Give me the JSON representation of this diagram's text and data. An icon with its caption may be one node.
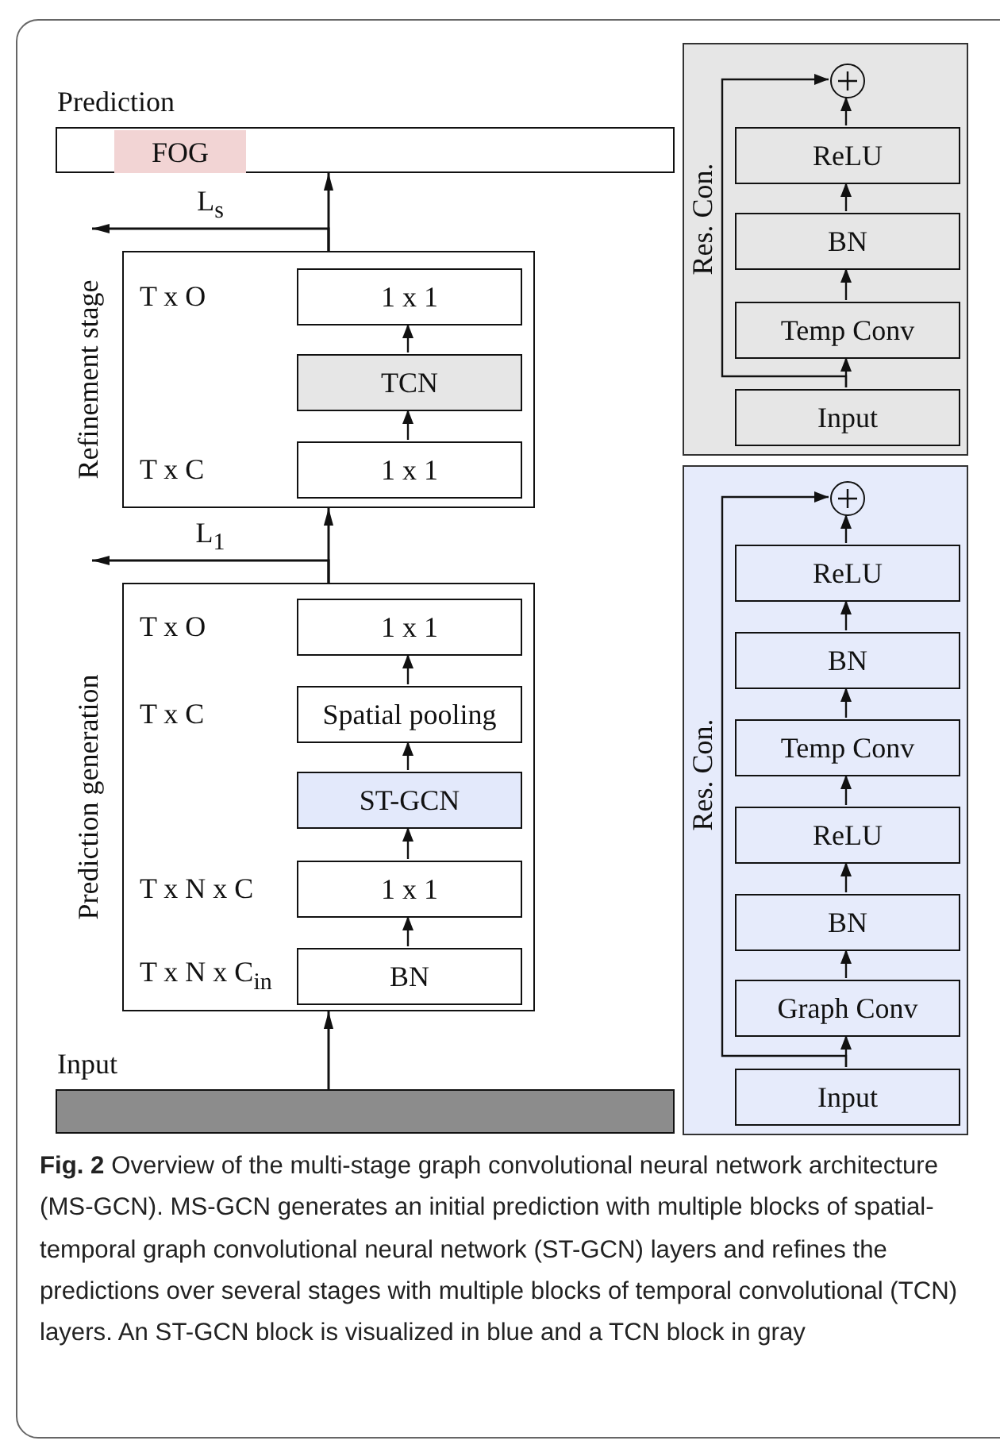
{
  "diagram": {
    "caption": "**Fig. 2** Overview of the multi-stage graph convolutional neural network architecture (MS-GCN). MS-GCN generates an initial prediction with multiple blocks of spatial-temporal graph convolutional neural network (ST-GCN) layers and refines the predictions over several stages with multiple blocks of temporal convolutional (TCN) layers. An ST-GCN block is visualized in blue and a TCN block in gray",
    "nodes": [
      {
        "text": [
          "Prediction"
        ]
      },
      {
        "text": [
          "FOG"
        ],
        "in": 0
      },
      {
        "text": [
          "Refinement stage"
        ]
      },
      {
        "text": [
          "1 x 1"
        ],
        "in": 2,
        "beside": [
          "T x O"
        ]
      },
      {
        "text": [
          "TCN"
        ],
        "in": 2
      },
      {
        "text": [
          "1 x 1"
        ],
        "in": 2,
        "beside": [
          "T x C"
        ]
      },
      {
        "text": [
          "Prediction generation"
        ]
      },
      {
        "text": [
          "1 x 1"
        ],
        "in": 6,
        "beside": [
          "T x O"
        ]
      },
      {
        "text": [
          "Spatial pooling"
        ],
        "in": 6,
        "beside": [
          "T x C"
        ]
      },
      {
        "text": [
          "ST-GCN"
        ],
        "in": 6
      },
      {
        "text": [
          "1 x 1"
        ],
        "in": 6,
        "beside": [
          "T x N x C"
        ]
      },
      {
        "text": [
          "BN"
        ],
        "in": 6,
        "beside": [
          "T x N x C$_{in}$"
        ]
      },
      {
        "text": [
          "Input"
        ]
      },
      {
        "text": [
          "Res. Con."
        ]
      },
      {
        "text": [],
        "shape": "circle",
        "in": 13
      },
      {
        "text": [
          "ReLU"
        ],
        "in": 13
      },
      {
        "text": [
          "BN"
        ],
        "in": 13
      },
      {
        "text": [
          "Temp Conv"
        ],
        "in": 13
      },
      {
        "text": [
          "Input"
        ],
        "in": 13
      },
      {
        "text": [
          "Res. Con."
        ]
      },
      {
        "text": [],
        "shape": "circle",
        "in": 19
      },
      {
        "text": [
          "ReLU"
        ],
        "in": 19
      },
      {
        "text": [
          "BN"
        ],
        "in": 19
      },
      {
        "text": [
          "Temp Conv"
        ],
        "in": 19
      },
      {
        "text": [
          "ReLU"
        ],
        "in": 19
      },
      {
        "text": [
          "BN"
        ],
        "in": 19
      },
      {
        "text": [
          "Graph Conv"
        ],
        "in": 19
      },
      {
        "text": [
          "Input"
        ],
        "in": 19
      }
    ],
    "edges": [
      {
        "from": 12,
        "to": 6,
        "arrow": "to"
      },
      {
        "from": 6,
        "to": 2,
        "arrow": "to"
      },
      {
        "from": 2,
        "to": 0,
        "arrow": "to"
      },
      {
        "from": 2,
        "to": null,
        "arrow": "to",
        "label": "L$_{s}$"
      },
      {
        "from": 6,
        "to": null,
        "arrow": "to",
        "label": "L$_{1}$"
      },
      {
        "from": 11,
        "to": 10,
        "arrow": "to"
      },
      {
        "from": 10,
        "to": 9,
        "arrow": "to"
      },
      {
        "from": 9,
        "to": 8,
        "arrow": "to"
      },
      {
        "from": 8,
        "to": 7,
        "arrow": "to"
      },
      {
        "from": 5,
        "to": 4,
        "arrow": "to"
      },
      {
        "from": 4,
        "to": 3,
        "arrow": "to"
      },
      {
        "from": 18,
        "to": 17,
        "arrow": "to"
      },
      {
        "from": 17,
        "to": 16,
        "arrow": "to"
      },
      {
        "from": 16,
        "to": 15,
        "arrow": "to"
      },
      {
        "from": 15,
        "to": 14,
        "arrow": "to"
      },
      {
        "from": 18,
        "to": 14,
        "arrow": "to"
      },
      {
        "from": 27,
        "to": 26,
        "arrow": "to"
      },
      {
        "from": 26,
        "to": 25,
        "arrow": "to"
      },
      {
        "from": 25,
        "to": 24,
        "arrow": "to"
      },
      {
        "from": 24,
        "to": 23,
        "arrow": "to"
      },
      {
        "from": 23,
        "to": 22,
        "arrow": "to"
      },
      {
        "from": 22,
        "to": 21,
        "arrow": "to"
      },
      {
        "from": 21,
        "to": 20,
        "arrow": "to"
      },
      {
        "from": 27,
        "to": 20,
        "arrow": "to"
      }
    ]
  }
}
